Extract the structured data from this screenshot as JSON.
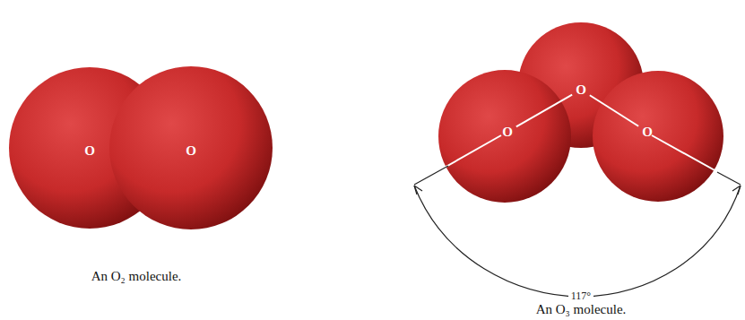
{
  "diagram": {
    "nodes": [
      {
        "text": [
          "O"
        ]
      },
      {
        "text": [
          "O"
        ]
      },
      {
        "text": [
          "O"
        ]
      },
      {
        "text": [
          "O"
        ]
      },
      {
        "text": [
          "O"
        ]
      }
    ],
    "edges": [
      {
        "from": 3,
        "to": 2,
        "arrow": "none"
      },
      {
        "from": 2,
        "to": 4,
        "arrow": "none"
      }
    ],
    "labels": [
      "An O₂ molecule.",
      "117°",
      "An O₃ molecule."
    ]
  }
}
